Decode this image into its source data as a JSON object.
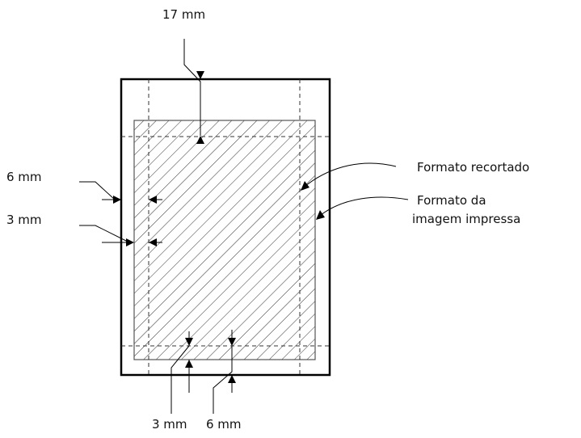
{
  "labels": {
    "top_margin": "17 mm",
    "left_outer": "6 mm",
    "left_inner": "3 mm",
    "bottom_inner": "3 mm",
    "bottom_outer": "6 mm",
    "trimmed_format": "Formato recortado",
    "printed_format_line1": "Formato da",
    "printed_format_line2": "imagem impressa"
  }
}
